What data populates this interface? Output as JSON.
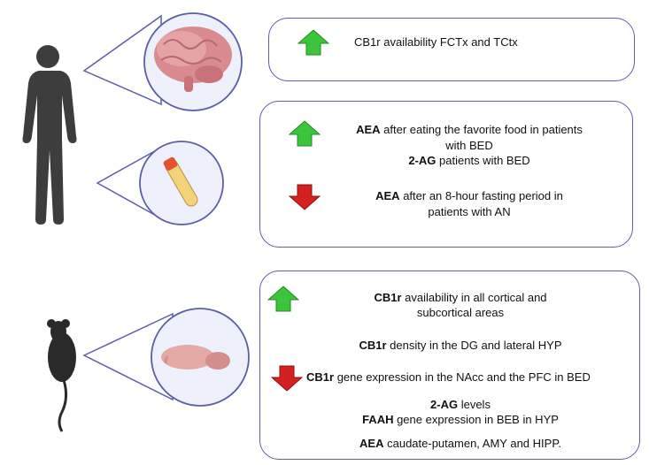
{
  "human": {
    "brain_panel": {
      "line1": {
        "strong": "",
        "rest": "CB1r availability FCTx and TCtx"
      }
    },
    "blood_panel": {
      "up_line1": {
        "strong": "AEA",
        "rest": " after eating the favorite food in patients"
      },
      "up_line2": "with BED",
      "up_line3": {
        "strong": "2-AG",
        "rest": " patients with BED"
      },
      "down_line1": {
        "strong": "AEA",
        "rest": " after an 8-hour fasting period in"
      },
      "down_line2": "patients with AN"
    }
  },
  "animal": {
    "panel": {
      "up_line1": {
        "strong": "CB1r",
        "rest": " availability in all cortical and"
      },
      "up_line2": "subcortical areas",
      "up_line3": {
        "strong": "CB1r",
        "rest": " density in the DG and lateral HYP"
      },
      "down_line1": {
        "strong": "CB1r",
        "rest": " gene expression in the NAcc and the PFC in BED"
      },
      "down_line2": {
        "strong": "2-AG",
        "rest": " levels"
      },
      "down_line3": {
        "strong": "FAAH",
        "rest": " gene expression in BEB in HYP"
      },
      "down_line4": {
        "strong": "AEA",
        "rest": " caudate-putamen, AMY and HIPP."
      }
    }
  },
  "colors": {
    "up_arrow": "#3cc43c",
    "down_arrow": "#d42020",
    "border": "#5a5fa8"
  }
}
